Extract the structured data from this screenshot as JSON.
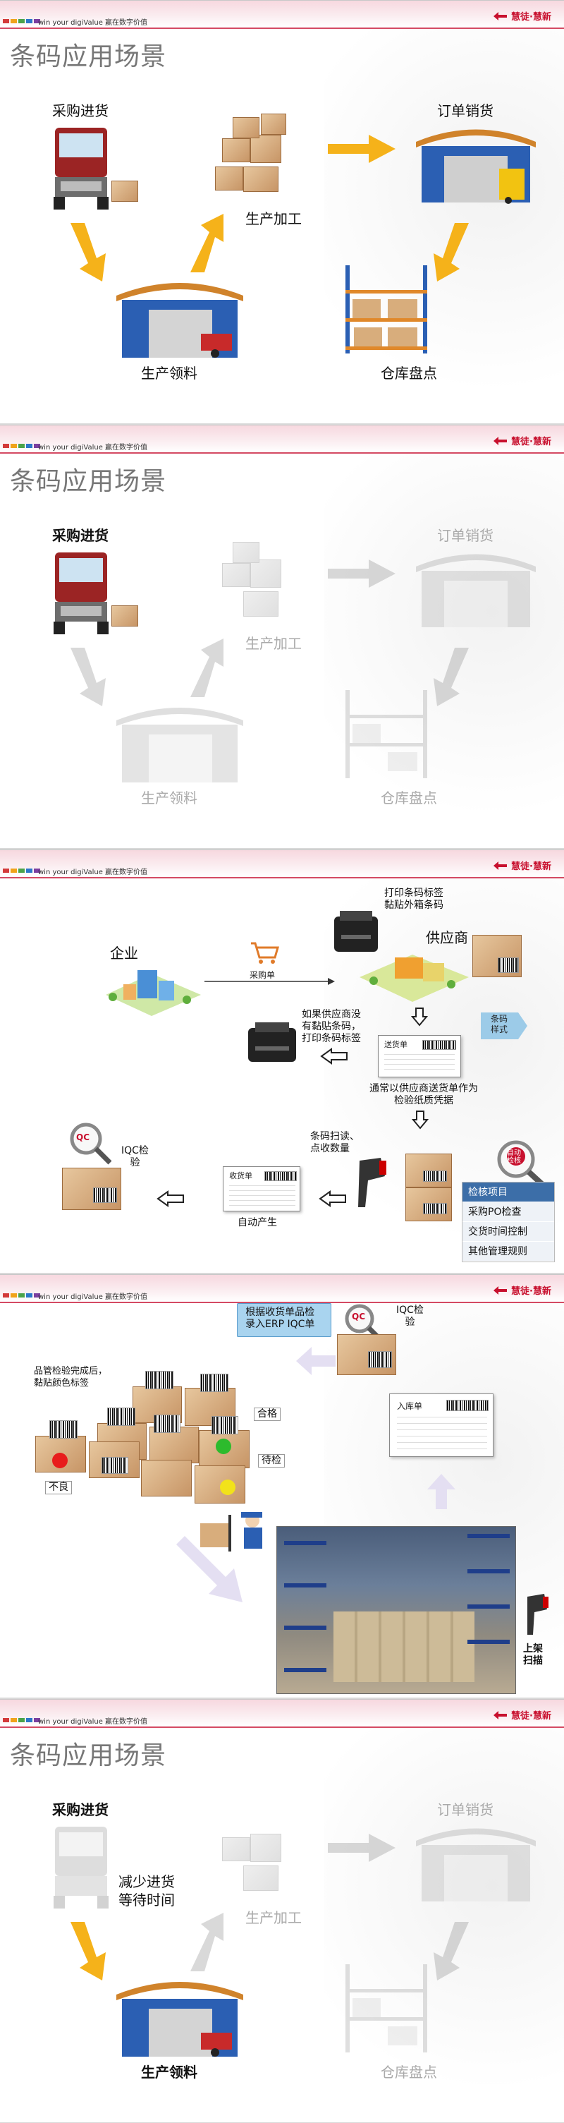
{
  "header": {
    "slogan": "win your digiValue 赢在数字价值",
    "logo": "慧徒·慧新",
    "colors": [
      "#d33a3a",
      "#f0a31b",
      "#4ba34a",
      "#2c77c9",
      "#7b3fa0",
      "#e06aa0"
    ]
  },
  "slide1": {
    "title": "条码应用场景",
    "labels": {
      "purchase": "采购进货",
      "production": "生产加工",
      "order": "订单销货",
      "material": "生产领料",
      "inventory": "仓库盘点"
    }
  },
  "slide2": {
    "title": "条码应用场景",
    "labels": {
      "purchase": "采购进货",
      "production": "生产加工",
      "order": "订单销货",
      "material": "生产领料",
      "inventory": "仓库盘点"
    }
  },
  "slide3": {
    "enterprise": "企业",
    "purchase_order": "采购单",
    "print_label": "打印条码标签\n黏贴外箱条码",
    "supplier": "供应商",
    "barcode_style": "条码\n样式",
    "no_barcode": "如果供应商没\n有黏贴条码，\n打印条码标签",
    "delivery_note": "送货单",
    "delivery_note_desc": "通常以供应商送货单作为\n检验纸质凭据",
    "iqc": "IQC检\n验",
    "qc": "QC",
    "scan": "条码扫读、\n点收数量",
    "receipt": "收货单",
    "auto": "自动产生",
    "auto_check": "自动\n检核",
    "menu": [
      "检核项目",
      "采购PO检查",
      "交货时间控制",
      "其他管理规则"
    ]
  },
  "slide4": {
    "erp": "根据收货单品检\n录入ERP IQC单",
    "iqc": "IQC检\n验",
    "qc": "QC",
    "color_label": "品管检验完成后，\n黏贴颜色标签",
    "pass": "合格",
    "pending": "待检",
    "bad": "不良",
    "warehouse_in": "入库单",
    "shelf": "上架\n扫描"
  },
  "slide5": {
    "title": "条码应用场景",
    "labels": {
      "purchase": "采购进货",
      "reduce": "减少进货\n等待时间",
      "production": "生产加工",
      "order": "订单销货",
      "material": "生产领料",
      "inventory": "仓库盘点"
    }
  }
}
